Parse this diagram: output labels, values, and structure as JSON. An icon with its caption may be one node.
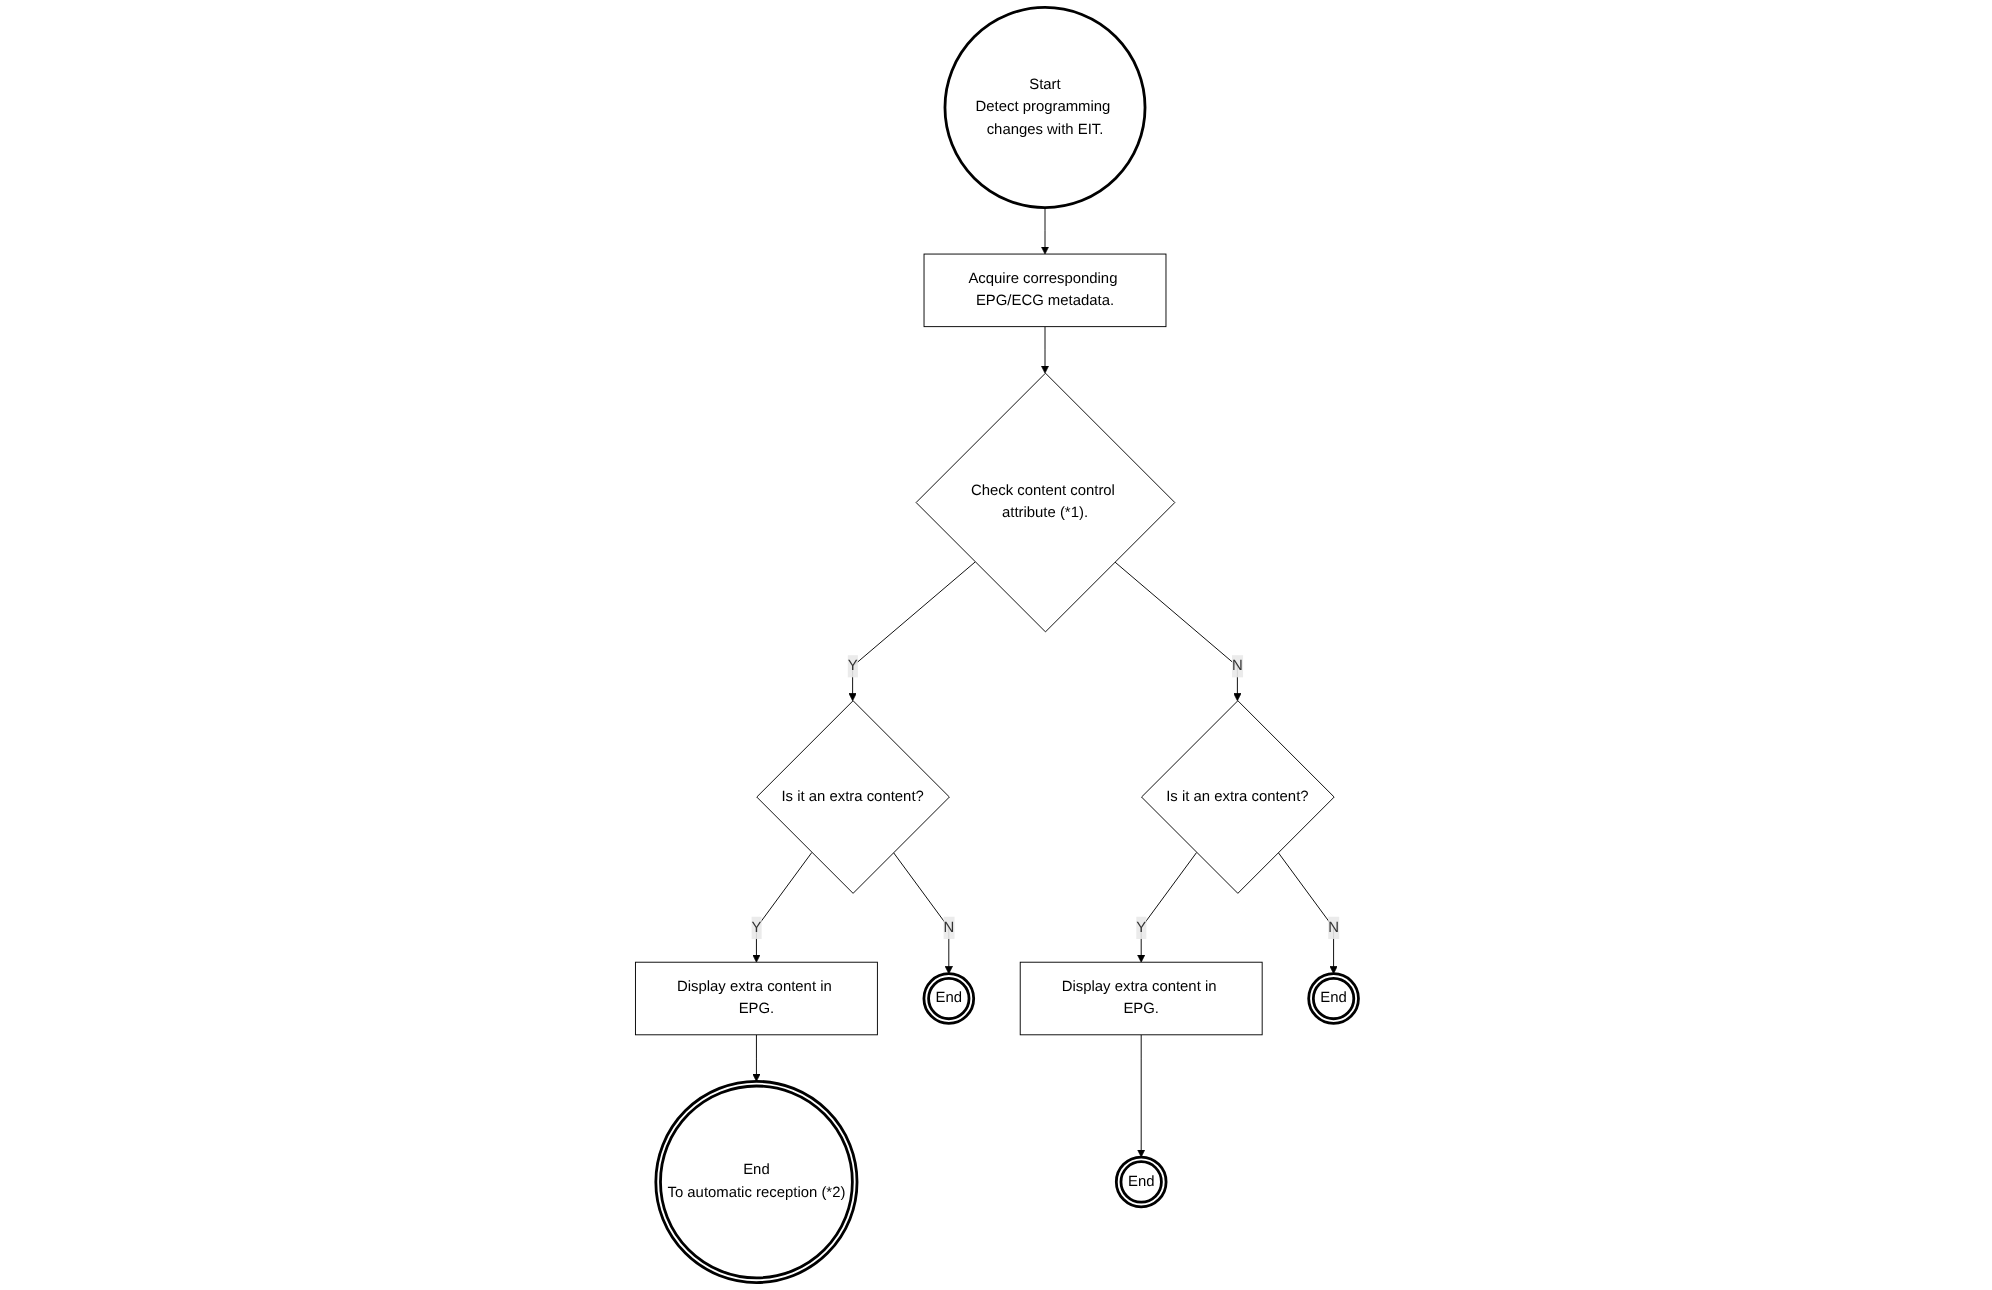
{
  "diagram": {
    "nodes": [
      {
        "text": [
          "Start",
          "Detect programming changes with EIT."
        ]
      },
      {
        "text": [
          "Acquire corresponding EPG/ECG metadata."
        ]
      },
      {
        "text": [
          "Check content control attribute (*1)."
        ]
      },
      {
        "text": [
          "Is it an extra content?"
        ]
      },
      {
        "text": [
          "Display extra content in EPG."
        ]
      },
      {
        "text": [
          "End",
          "To automatic reception (*2)"
        ]
      },
      {
        "text": [
          "End"
        ]
      },
      {
        "text": [
          "Is it an extra content?"
        ]
      },
      {
        "text": [
          "Display extra content in EPG."
        ]
      },
      {
        "text": [
          "End"
        ]
      },
      {
        "text": [
          "End"
        ]
      }
    ],
    "edges": [
      {
        "from": 0,
        "to": 1,
        "arrow": "to"
      },
      {
        "from": 1,
        "to": 2,
        "arrow": "to"
      },
      {
        "from": 2,
        "to": 3,
        "arrow": "to",
        "label": "Y"
      },
      {
        "from": 2,
        "to": 7,
        "arrow": "to",
        "label": "N"
      },
      {
        "from": 3,
        "to": 4,
        "arrow": "to",
        "label": "Y"
      },
      {
        "from": 3,
        "to": 6,
        "arrow": "to",
        "label": "N"
      },
      {
        "from": 4,
        "to": 5,
        "arrow": "to"
      },
      {
        "from": 7,
        "to": 8,
        "arrow": "to",
        "label": "Y"
      },
      {
        "from": 7,
        "to": 10,
        "arrow": "to",
        "label": "N"
      },
      {
        "from": 8,
        "to": 9,
        "arrow": "to"
      }
    ]
  }
}
